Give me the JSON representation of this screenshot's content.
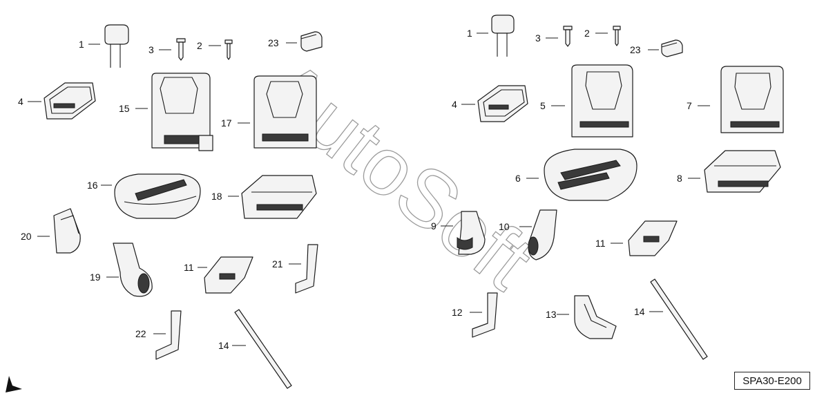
{
  "diagram": {
    "code": "SPA30-E200",
    "watermark": "AutoSoft",
    "callouts": {
      "l1": "1",
      "l3": "3",
      "l2": "2",
      "l23": "23",
      "l4": "4",
      "l15": "15",
      "l17": "17",
      "l16": "16",
      "l18": "18",
      "l20": "20",
      "l19": "19",
      "l11": "11",
      "l21": "21",
      "l22": "22",
      "l14": "14",
      "r1": "1",
      "r3": "3",
      "r2": "2",
      "r23": "23",
      "r4": "4",
      "r5": "5",
      "r7": "7",
      "r6": "6",
      "r8": "8",
      "r9": "9",
      "r10": "10",
      "r11": "11",
      "r12": "12",
      "r13": "13",
      "r14": "14"
    },
    "front_arrow": "arrow-down-left-icon"
  }
}
